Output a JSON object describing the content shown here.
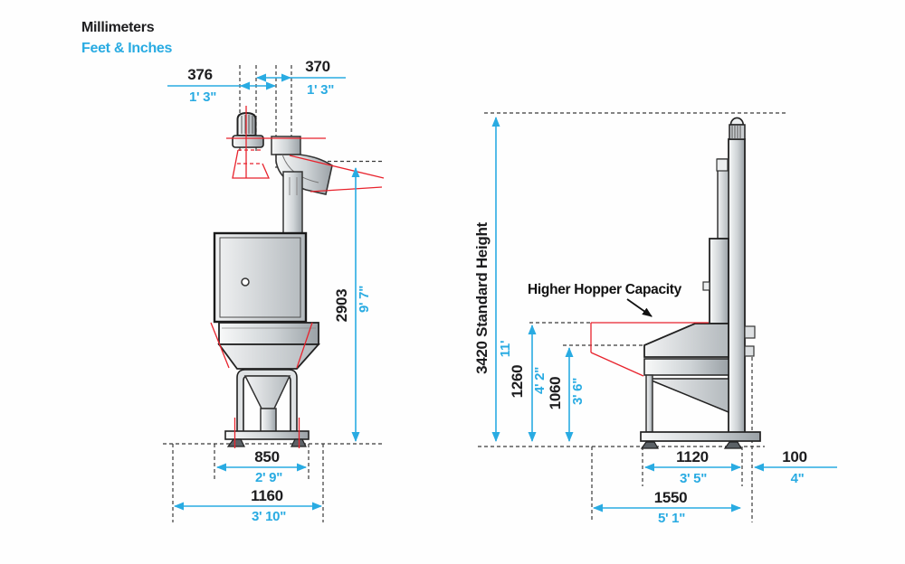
{
  "legend": {
    "millimeters": "Millimeters",
    "feet_inches": "Feet & Inches"
  },
  "annotation": {
    "higher_hopper": "Higher Hopper Capacity"
  },
  "front_view": {
    "d376": {
      "mm": "376",
      "ft": "1' 3\""
    },
    "d370": {
      "mm": "370",
      "ft": "1' 3\""
    },
    "d2903": {
      "mm": "2903",
      "ft": "9' 7\""
    },
    "d850": {
      "mm": "850",
      "ft": "2' 9\""
    },
    "d1160": {
      "mm": "1160",
      "ft": "3' 10\""
    }
  },
  "side_view": {
    "d3420": {
      "mm": "3420 Standard Height",
      "ft": "11'"
    },
    "d1260": {
      "mm": "1260",
      "ft": "4' 2\""
    },
    "d1060": {
      "mm": "1060",
      "ft": "3' 6\""
    },
    "d1120": {
      "mm": "1120",
      "ft": "3' 5\""
    },
    "d100": {
      "mm": "100",
      "ft": "4\""
    },
    "d1550": {
      "mm": "1550",
      "ft": "5' 1\""
    }
  },
  "colors": {
    "dimension_cyan": "#29abe2",
    "option_outline_red": "#e8232d",
    "text_black": "#1d1d1f"
  }
}
